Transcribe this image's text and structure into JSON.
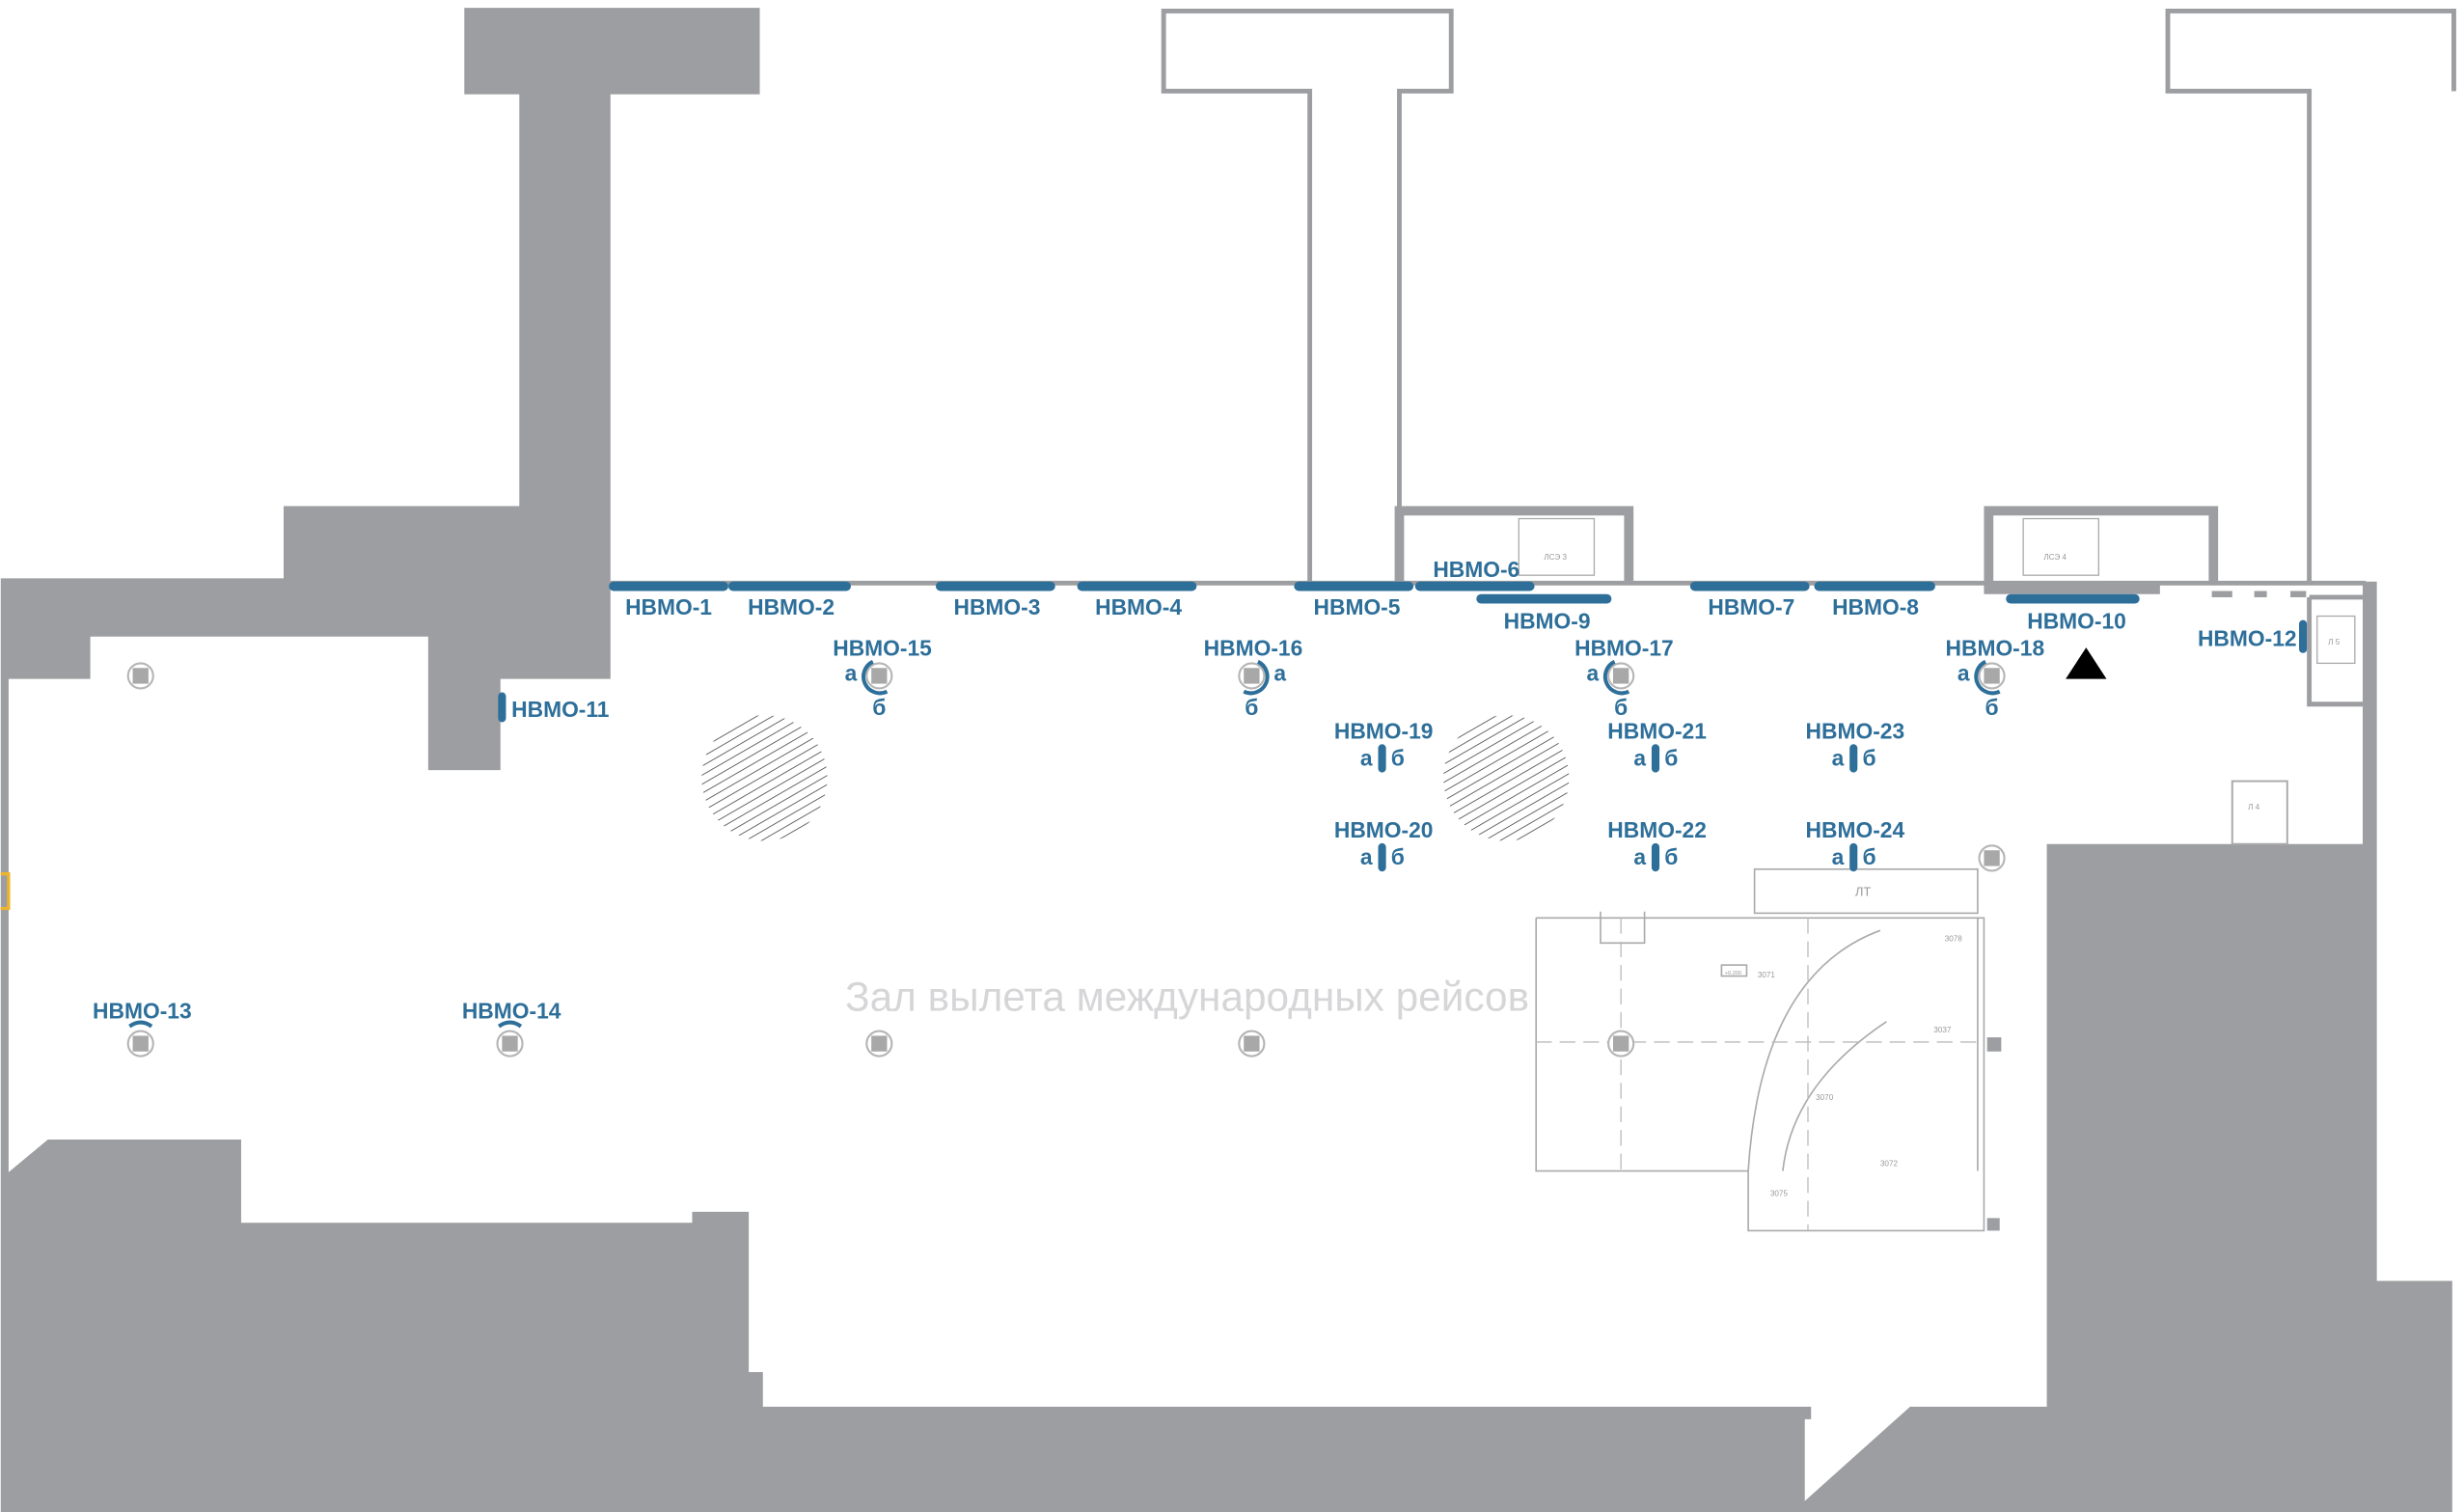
{
  "hall_title": "Зал вылета международных рейсов",
  "colors": {
    "marker": "#2e6f9a",
    "wall": "#9d9ea1",
    "entrance": "#f0b429",
    "hatch": "#333333"
  },
  "markers": [
    {
      "label": "НВМО-1"
    },
    {
      "label": "НВМО-2"
    },
    {
      "label": "НВМО-3"
    },
    {
      "label": "НВМО-4"
    },
    {
      "label": "НВМО-5"
    },
    {
      "label": "НВМО-6"
    },
    {
      "label": "НВМО-7"
    },
    {
      "label": "НВМО-8"
    },
    {
      "label": "НВМО-9"
    },
    {
      "label": "НВМО-10"
    },
    {
      "label": "НВМО-11"
    },
    {
      "label": "НВМО-12"
    },
    {
      "label": "НВМО-13"
    },
    {
      "label": "НВМО-14"
    },
    {
      "label": "НВМО-15",
      "a": "а",
      "b": "б"
    },
    {
      "label": "НВМО-16",
      "a": "а",
      "b": "б"
    },
    {
      "label": "НВМО-17",
      "a": "а",
      "b": "б"
    },
    {
      "label": "НВМО-18",
      "a": "а",
      "b": "б"
    },
    {
      "label": "НВМО-19",
      "a": "а",
      "b": "б"
    },
    {
      "label": "НВМО-20",
      "a": "а",
      "b": "б"
    },
    {
      "label": "НВМО-21",
      "a": "а",
      "b": "б"
    },
    {
      "label": "НВМО-22",
      "a": "а",
      "b": "б"
    },
    {
      "label": "НВМО-23",
      "a": "а",
      "b": "б"
    },
    {
      "label": "НВМО-24",
      "a": "а",
      "b": "б"
    }
  ],
  "stairs": [
    "ЛСЭ 3",
    "ЛСЭ 4"
  ],
  "elevators": [
    "Л 5",
    "Л 4"
  ],
  "escalator": "ЛТ",
  "rooms": [
    "3071",
    "3078",
    "3037",
    "3070",
    "3072",
    "3075",
    "+0.200"
  ],
  "icons": {
    "you_are_here": "triangle-up",
    "column": "column-circle-square",
    "restricted_zone": "hatched-circle"
  }
}
